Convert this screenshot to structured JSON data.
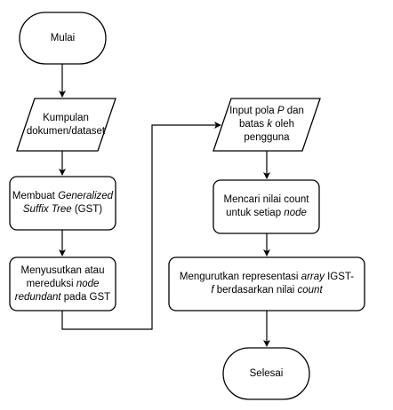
{
  "nodes": {
    "start": {
      "text": "Mulai"
    },
    "input_docs": {
      "lines": [
        [
          "Kumpulan"
        ],
        [
          "dokumen/dataset"
        ]
      ]
    },
    "build_gst": {
      "lines": [
        [
          {
            "t": "Membuat "
          },
          {
            "t": "Generalized",
            "i": true
          }
        ],
        [
          {
            "t": "Suffix Tree",
            "i": true
          },
          {
            "t": " (GST)"
          }
        ]
      ]
    },
    "reduce": {
      "lines": [
        [
          {
            "t": "Menyusutkan atau"
          }
        ],
        [
          {
            "t": "mereduksi "
          },
          {
            "t": "node",
            "i": true
          }
        ],
        [
          {
            "t": "redundant",
            "i": true
          },
          {
            "t": " pada GST"
          }
        ]
      ]
    },
    "input_pattern": {
      "lines": [
        [
          {
            "t": "Input pola "
          },
          {
            "t": "P",
            "i": true
          },
          {
            "t": " dan"
          }
        ],
        [
          {
            "t": "batas "
          },
          {
            "t": "k",
            "i": true
          },
          {
            "t": " oleh"
          }
        ],
        [
          {
            "t": "pengguna"
          }
        ]
      ]
    },
    "count": {
      "lines": [
        [
          {
            "t": "Mencari nilai count"
          }
        ],
        [
          {
            "t": "untuk setiap "
          },
          {
            "t": "node",
            "i": true
          }
        ]
      ]
    },
    "sort": {
      "lines": [
        [
          {
            "t": "Mengurutkan representasi "
          },
          {
            "t": "array",
            "i": true
          },
          {
            "t": " IGST-"
          }
        ],
        [
          {
            "t": "f",
            "i": true
          },
          {
            "t": " berdasarkan nilai "
          },
          {
            "t": "count",
            "i": true
          }
        ]
      ]
    },
    "end": {
      "text": "Selesai"
    }
  },
  "colors": {
    "stroke": "#000000",
    "fill": "#ffffff"
  }
}
